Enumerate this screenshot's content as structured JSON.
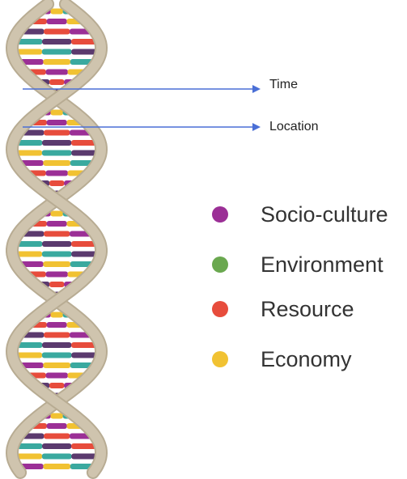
{
  "arrows": [
    {
      "label": "Time"
    },
    {
      "label": "Location"
    }
  ],
  "legend": [
    {
      "label": "Socio-culture",
      "color": "#9b2f96"
    },
    {
      "label": "Environment",
      "color": "#6aa84f"
    },
    {
      "label": "Resource",
      "color": "#e74c3c"
    },
    {
      "label": "Economy",
      "color": "#f1c232"
    }
  ],
  "colors": {
    "strand": "#cfc4ae",
    "strand_shadow": "#b8ac93",
    "arrow": "#4a6fd6",
    "segments": [
      "#9b2f96",
      "#3aa99f",
      "#e74c3c",
      "#f1c232",
      "#5b3a6e"
    ]
  }
}
